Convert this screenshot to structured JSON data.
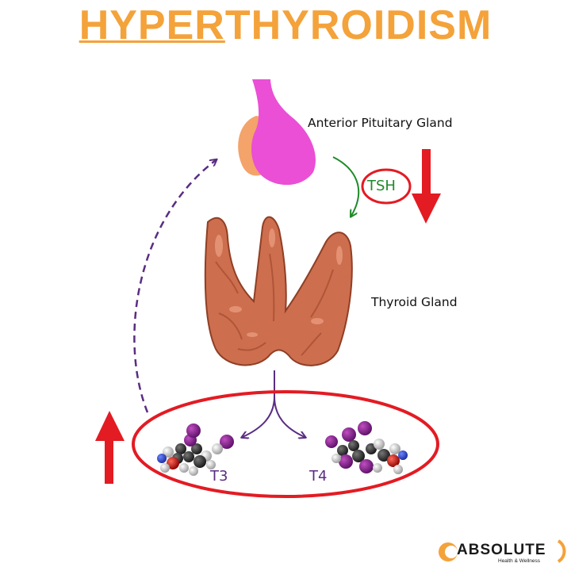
{
  "title": {
    "part1": "HYPER",
    "part2": "THYROIDISM"
  },
  "labels": {
    "pituitary": "Anterior Pituitary Gland",
    "tsh": "TSH",
    "thyroid": "Thyroid Gland",
    "t3": "T3",
    "t4": "T4"
  },
  "logo": {
    "word": "ABSOLUTE",
    "sub": "Health & Wellness"
  },
  "colors": {
    "title": "#f4a23a",
    "arrow_red": "#e31b23",
    "tsh_green": "#1f8a2a",
    "feedback_purple": "#5a2d82",
    "pituitary_pink": "#ea4fd6",
    "pituitary_orange": "#f4a36a",
    "thyroid": "#cd6e4e"
  }
}
